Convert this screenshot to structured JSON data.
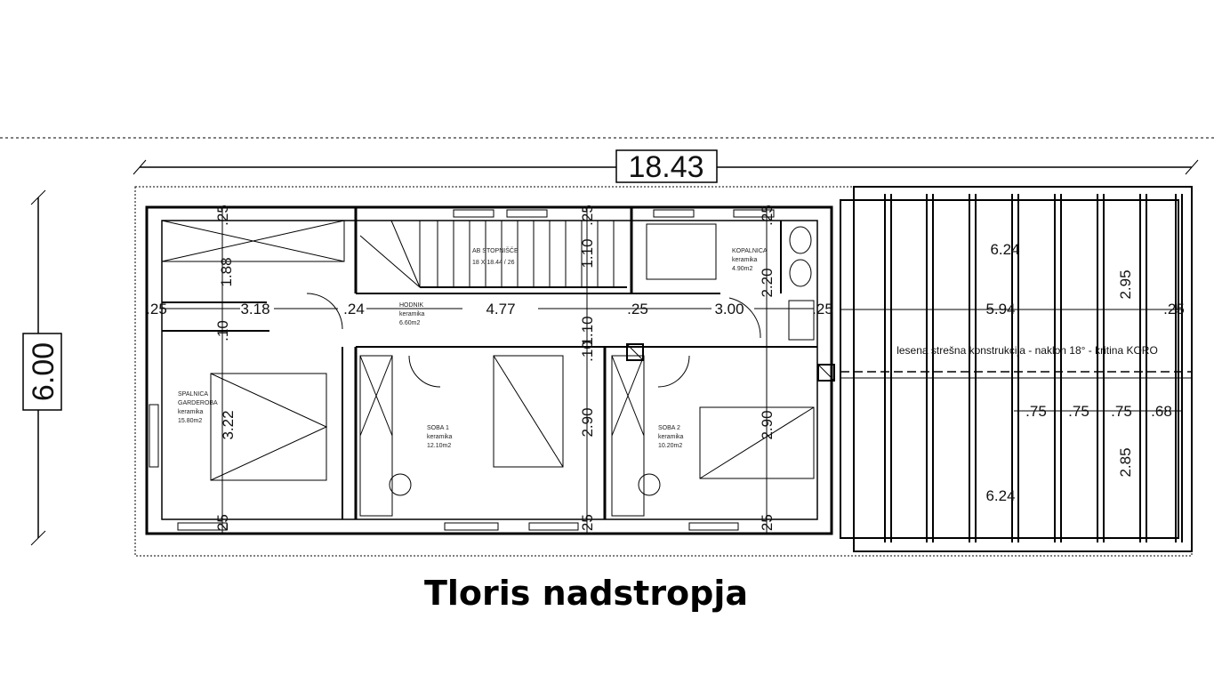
{
  "overall_width": "18.43",
  "overall_depth": "6.00",
  "title": "Tloris nadstropja",
  "dims": {
    "d_25a": ".25",
    "d_188": "1.88",
    "d_318": "3.18",
    "d_25b": ".25",
    "d_24": ".24",
    "d_477": "4.77",
    "d_25c": ".25",
    "d_300": "3.00",
    "d_25d": ".25",
    "d_110a": "1.10",
    "d_110b": "1.10",
    "d_220": "2.20",
    "d_25e": ".25",
    "d_25f": ".25",
    "d_322": "3.22",
    "d_290a": "2.90",
    "d_290b": "2.90",
    "d_25g": ".25",
    "d_25h": ".25",
    "d_25i": ".25",
    "d_10a": ".10",
    "d_10b": ".10"
  },
  "roof": {
    "top": "6.24",
    "mid": "5.94",
    "right_top": "2.95",
    "edge": ".25",
    "caption": "lesena strešna konstrukcija - naklon 18° - kritina KORO",
    "spacing": [
      ".75",
      ".75",
      ".75",
      ".68"
    ],
    "right_bottom": "2.85",
    "bottom": "6.24"
  },
  "rooms": {
    "stairs": {
      "name": "AB STOPNIŠČE",
      "spec": "18 X 18.44 / 26"
    },
    "bath": {
      "name": "KOPALNICA",
      "floor": "keramika",
      "area": "4.90m2"
    },
    "hall": {
      "name": "HODNIK",
      "floor": "keramika",
      "area": "6.60m2"
    },
    "bed": {
      "name": "SPALNICA",
      "name2": "GARDEROBA",
      "floor": "keramika",
      "area": "15.80m2"
    },
    "room1": {
      "name": "SOBA 1",
      "floor": "keramika",
      "area": "12.10m2"
    },
    "room2": {
      "name": "SOBA 2",
      "floor": "keramika",
      "area": "10.20m2"
    }
  }
}
